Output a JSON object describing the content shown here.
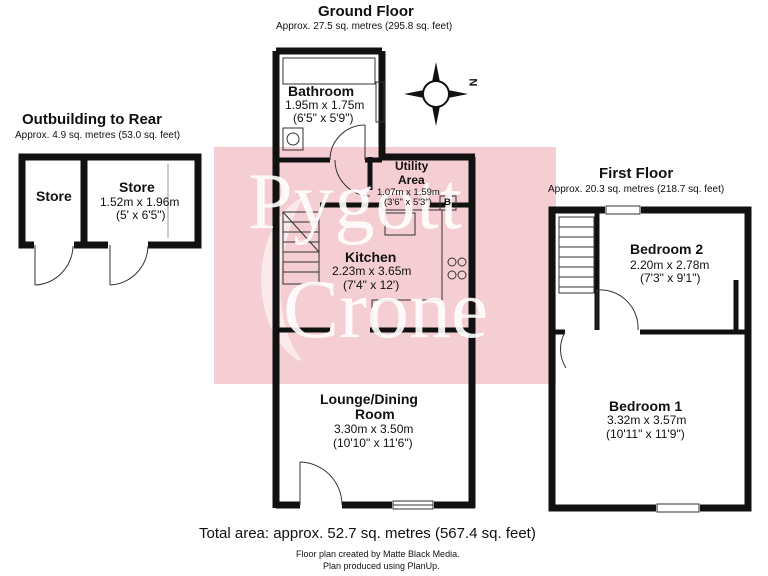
{
  "ground_floor": {
    "title": "Ground Floor",
    "area": "Approx. 27.5 sq. metres (295.8 sq. feet)",
    "rooms": {
      "bathroom": {
        "name": "Bathroom",
        "dim_m": "1.95m x 1.75m",
        "dim_ft": "(6'5\" x 5'9\")"
      },
      "utility": {
        "name_line1": "Utility",
        "name_line2": "Area",
        "dim_m": "1.07m x 1.59m",
        "dim_ft": "(3'6\" x 5'3\")",
        "boiler_label": "B"
      },
      "kitchen": {
        "name": "Kitchen",
        "dim_m": "2.23m x 3.65m",
        "dim_ft": "(7'4\" x 12')"
      },
      "lounge": {
        "name_line1": "Lounge/Dining",
        "name_line2": "Room",
        "dim_m": "3.30m x 3.50m",
        "dim_ft": "(10'10\" x 11'6\")"
      }
    }
  },
  "outbuilding": {
    "title": "Outbuilding to Rear",
    "area": "Approx. 4.9 sq. metres (53.0 sq. feet)",
    "rooms": {
      "store_small": {
        "name": "Store"
      },
      "store": {
        "name": "Store",
        "dim_m": "1.52m x 1.96m",
        "dim_ft": "(5' x 6'5\")"
      }
    }
  },
  "first_floor": {
    "title": "First Floor",
    "area": "Approx. 20.3 sq. metres (218.7 sq. feet)",
    "rooms": {
      "bedroom2": {
        "name": "Bedroom 2",
        "dim_m": "2.20m x 2.78m",
        "dim_ft": "(7'3\" x 9'1\")"
      },
      "bedroom1": {
        "name": "Bedroom 1",
        "dim_m": "3.32m x 3.57m",
        "dim_ft": "(10'11\" x 11'9\")"
      }
    }
  },
  "compass_label": "N",
  "watermark": {
    "line1": "Pygott",
    "line2": "Crone",
    "color": "#f2c4c9"
  },
  "total_area": "Total area: approx. 52.7 sq. metres (567.4 sq. feet)",
  "credits": {
    "line1": "Floor plan created by Matte Black Media.",
    "line2": "Plan produced using PlanUp."
  },
  "colors": {
    "wall": "#111111",
    "watermark_box": "#f2c7cc"
  }
}
